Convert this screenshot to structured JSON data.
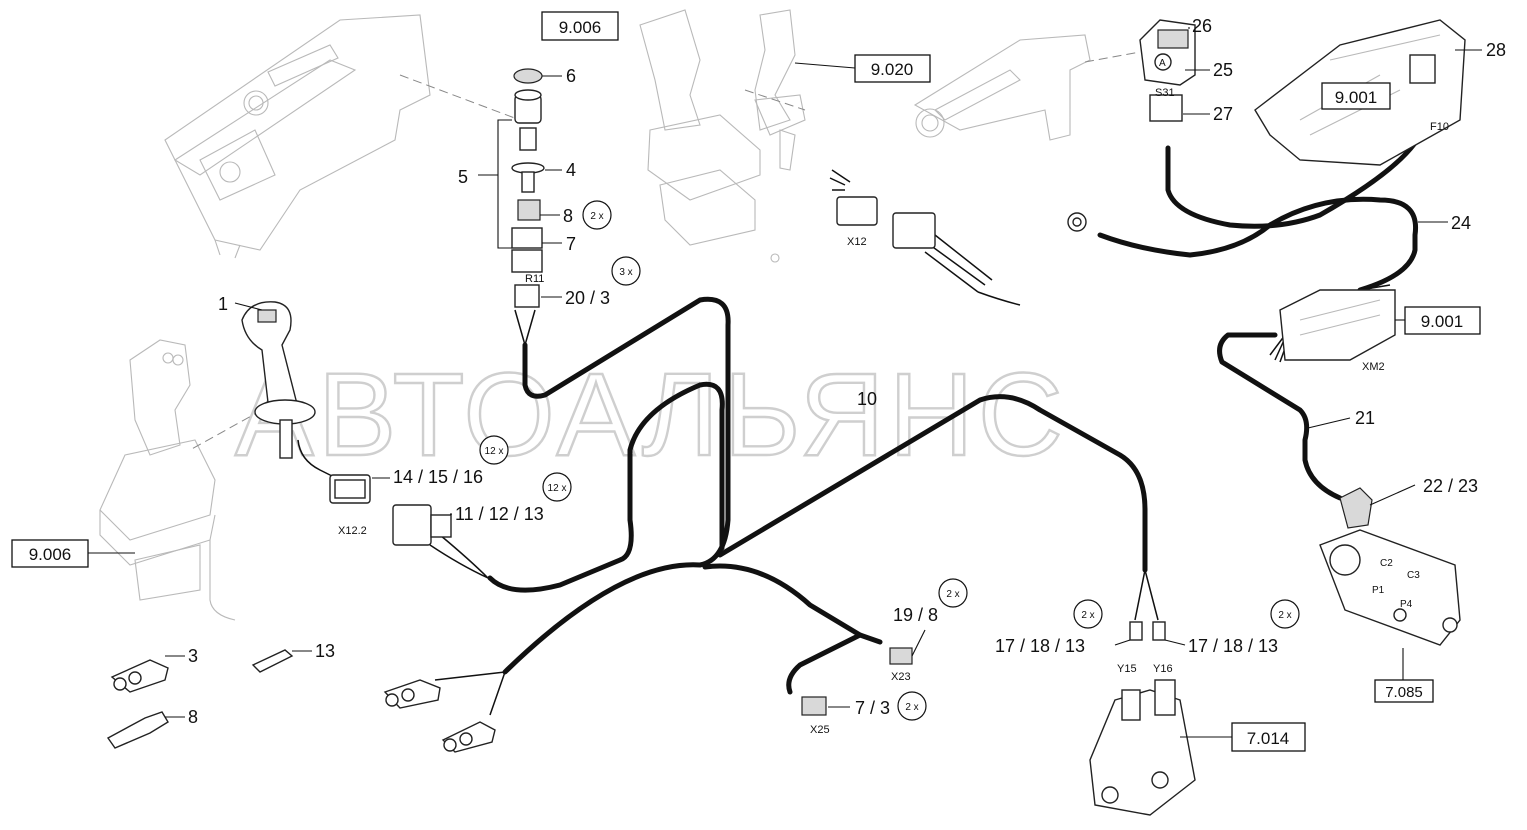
{
  "watermark": "АВТОАЛЬЯНС",
  "refs": {
    "r_9006_top": "9.006",
    "r_9020": "9.020",
    "r_9001_top": "9.001",
    "r_9001_mid": "9.001",
    "r_9006_left": "9.006",
    "r_7014": "7.014",
    "r_7085": "7.085"
  },
  "items": {
    "n1": "1",
    "n3": "3",
    "n4": "4",
    "n5": "5",
    "n6": "6",
    "n7": "7",
    "n8a": "8",
    "n8b": "8",
    "n10": "10",
    "n13": "13",
    "n24": "24",
    "n21": "21",
    "n25": "25",
    "n26": "26",
    "n27": "27",
    "n28": "28",
    "n20_3": "20 / 3",
    "n14_15_16": "14 / 15 / 16",
    "n11_12_13": "11 / 12 / 13",
    "n19_8": "19 / 8",
    "n7_3": "7 / 3",
    "n17a": "17 / 18 / 13",
    "n17b": "17 / 18 / 13",
    "n22_23": "22 / 23"
  },
  "connectors": {
    "R11": "R11",
    "X12": "X12",
    "X12_2": "X12.2",
    "X23": "X23",
    "X25": "X25",
    "Y15": "Y15",
    "Y16": "Y16",
    "S31": "S31",
    "F10": "F10",
    "XM2": "XM2",
    "A": "A",
    "C2": "C2",
    "C3": "C3",
    "P1": "P1",
    "P4": "P4"
  },
  "quantities": {
    "q8": "2 x",
    "q20": "3 x",
    "q14": "12 x",
    "q11": "12 x",
    "q19": "2 x",
    "q7": "2 x",
    "q17a": "2 x",
    "q17b": "2 x"
  }
}
